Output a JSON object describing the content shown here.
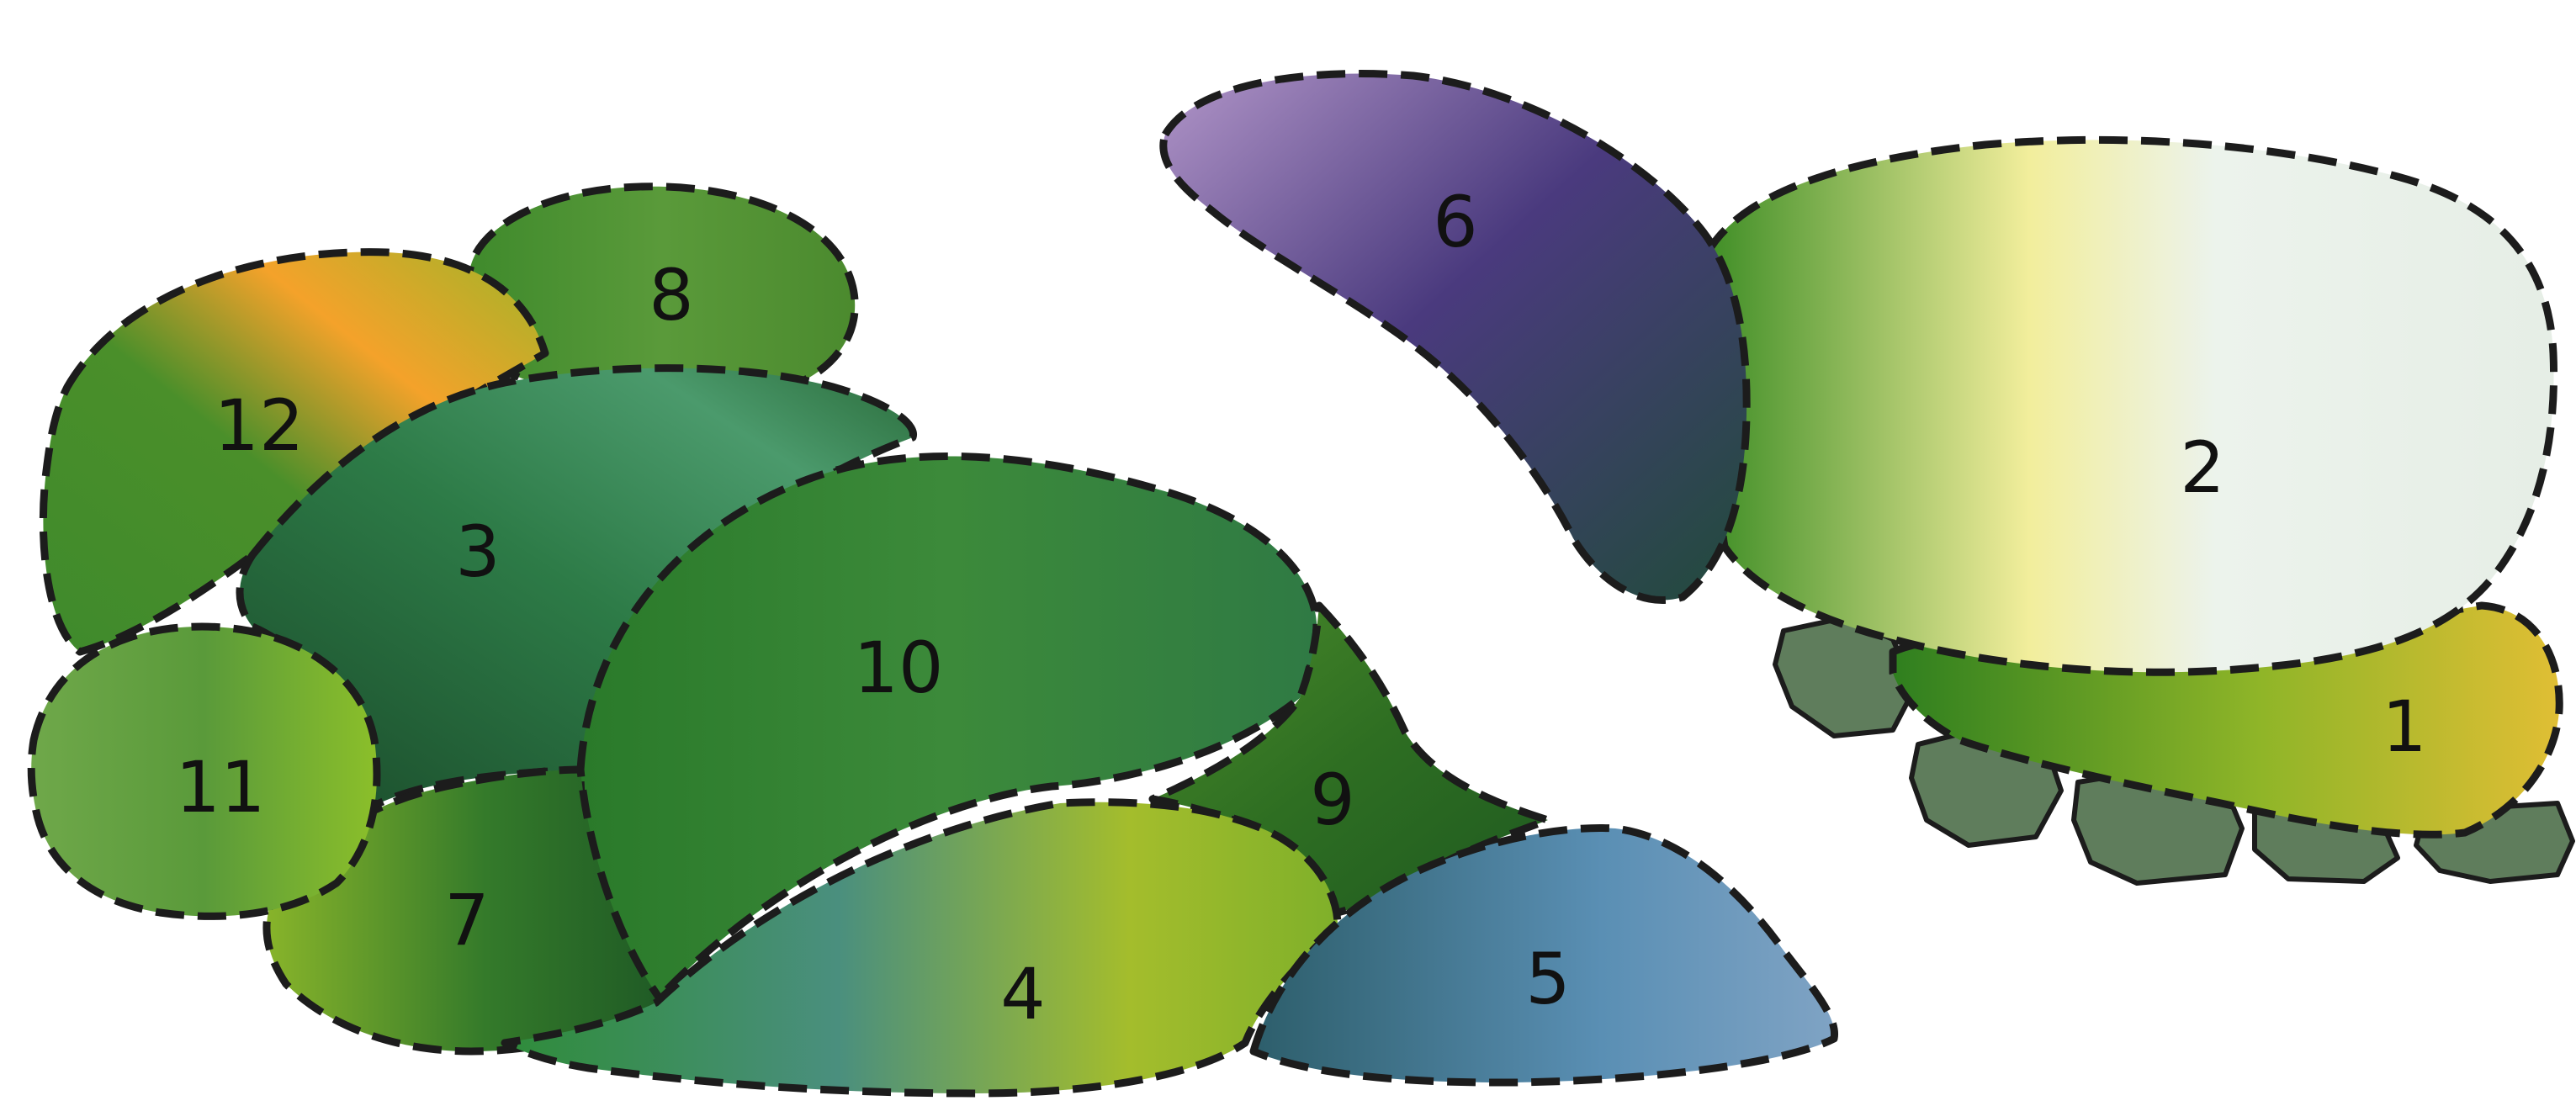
{
  "diagram": {
    "beds": [
      {
        "id": "bed-1",
        "label": "1",
        "colors": [
          "#2f7f1f",
          "#8fb528",
          "#e0be34"
        ]
      },
      {
        "id": "bed-2",
        "label": "2",
        "colors": [
          "#3f8e26",
          "#f2ee9c",
          "#ecf3ec"
        ]
      },
      {
        "id": "bed-3",
        "label": "3",
        "colors": [
          "#1a4a2a",
          "#2d7b47",
          "#4b9a6c"
        ]
      },
      {
        "id": "bed-4",
        "label": "4",
        "colors": [
          "#2f8c3a",
          "#4a8f7e",
          "#a4bd2c"
        ]
      },
      {
        "id": "bed-5",
        "label": "5",
        "colors": [
          "#2d5e6b",
          "#5a8fb4",
          "#7fa3c4"
        ]
      },
      {
        "id": "bed-6",
        "label": "6",
        "colors": [
          "#b195c8",
          "#4a3a7e",
          "#214b3b"
        ]
      },
      {
        "id": "bed-7",
        "label": "7",
        "colors": [
          "#88b42a",
          "#347a2a",
          "#1f5a25"
        ]
      },
      {
        "id": "bed-8",
        "label": "8",
        "colors": [
          "#3f8a2c",
          "#5a9a3a",
          "#4b8a2e"
        ]
      },
      {
        "id": "bed-9",
        "label": "9",
        "colors": [
          "#2e6e22",
          "#4a8a2a",
          "#1f5a20"
        ]
      },
      {
        "id": "bed-10",
        "label": "10",
        "colors": [
          "#2a7a2a",
          "#3c8a3a",
          "#2f7a44"
        ]
      },
      {
        "id": "bed-11",
        "label": "11",
        "colors": [
          "#6fa84a",
          "#5a9a3a",
          "#8bbf2a"
        ]
      },
      {
        "id": "bed-12",
        "label": "12",
        "colors": [
          "#3f8a2c",
          "#f4a22a",
          "#9fb428"
        ]
      }
    ],
    "rock_color": "#5f7d5c",
    "outline_color": "#1c1c1c",
    "background": "#ffffff"
  }
}
